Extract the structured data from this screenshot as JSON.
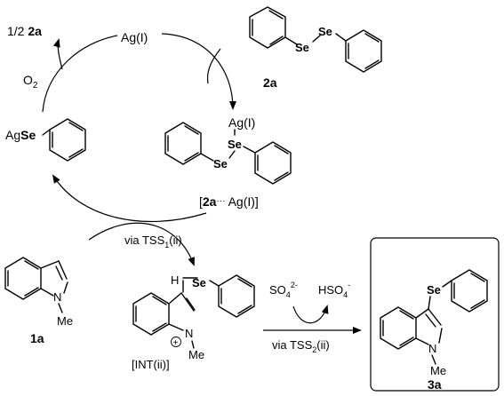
{
  "scheme": {
    "half_2a": {
      "prefix": "1/2 ",
      "bold": "2a"
    },
    "ag_top": "Ag(I)",
    "o2": {
      "main": "O",
      "sub": "2"
    },
    "agse": {
      "ag": "Ag",
      "se": "Se"
    },
    "diselenide": {
      "se1": "Se",
      "se2": "Se",
      "label": "2a"
    },
    "complex": {
      "ag": "Ag(I)",
      "se1": "Se",
      "se2": "Se",
      "label_open": "[",
      "label_bold": "2a",
      "label_dots": "···",
      "label_rest": " Ag(I)]"
    },
    "tss1": {
      "main": "via TSS",
      "sub": "1",
      "rest": "(ii)"
    },
    "indole_1a": {
      "n": "N",
      "me": "Me",
      "label": "1a"
    },
    "int": {
      "h": "H",
      "se": "Se",
      "n": "N",
      "plus": "+",
      "me": "Me",
      "label": "[INT(ii)]"
    },
    "so4": {
      "main": "SO",
      "sub": "4",
      "sup": "2-"
    },
    "hso4": {
      "main": "HSO",
      "sub": "4",
      "sup": "-"
    },
    "tss2": {
      "main": "via TSS",
      "sub": "2",
      "rest": "(ii)"
    },
    "product_3a": {
      "se": "Se",
      "n": "N",
      "me": "Me",
      "label": "3a"
    }
  }
}
